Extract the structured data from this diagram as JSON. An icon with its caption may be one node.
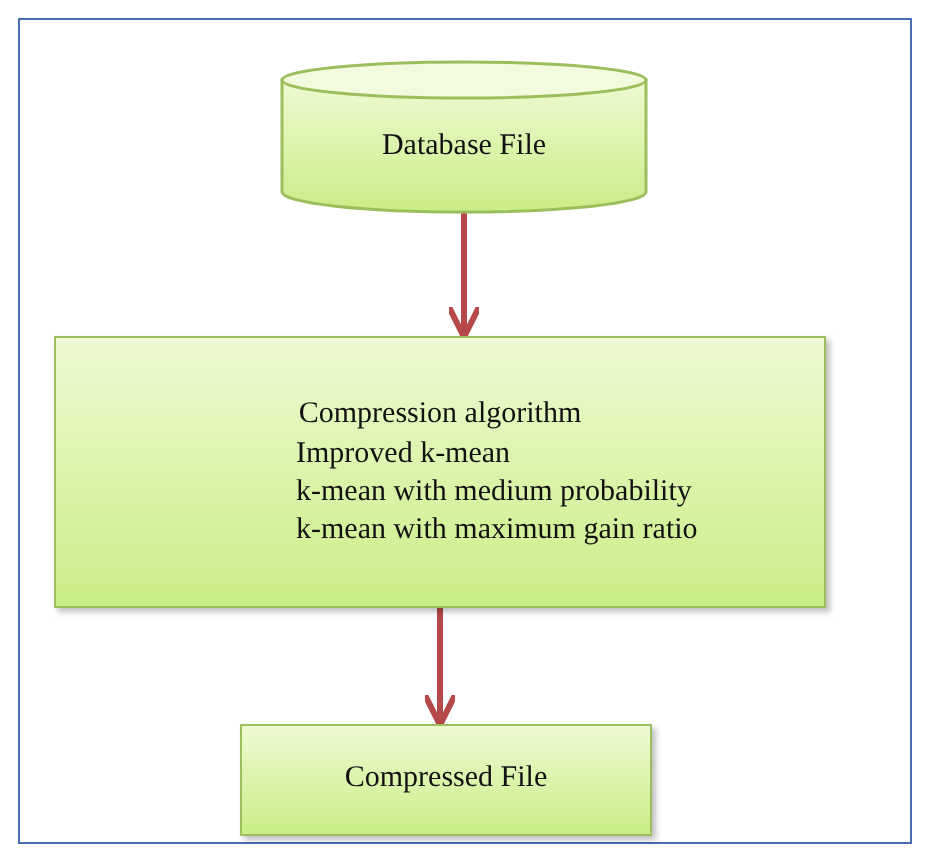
{
  "diagram": {
    "nodes": [
      {
        "text": [
          "Database File"
        ]
      },
      {
        "text": [
          "Compression algorithm",
          "Improved k-mean",
          "k-mean with medium probability",
          "k-mean with maximum gain ratio"
        ]
      },
      {
        "text": [
          "Compressed File"
        ]
      }
    ],
    "edges": [
      {
        "from": 0,
        "to": 1,
        "arrow": "to"
      },
      {
        "from": 1,
        "to": 2,
        "arrow": "to"
      }
    ]
  }
}
